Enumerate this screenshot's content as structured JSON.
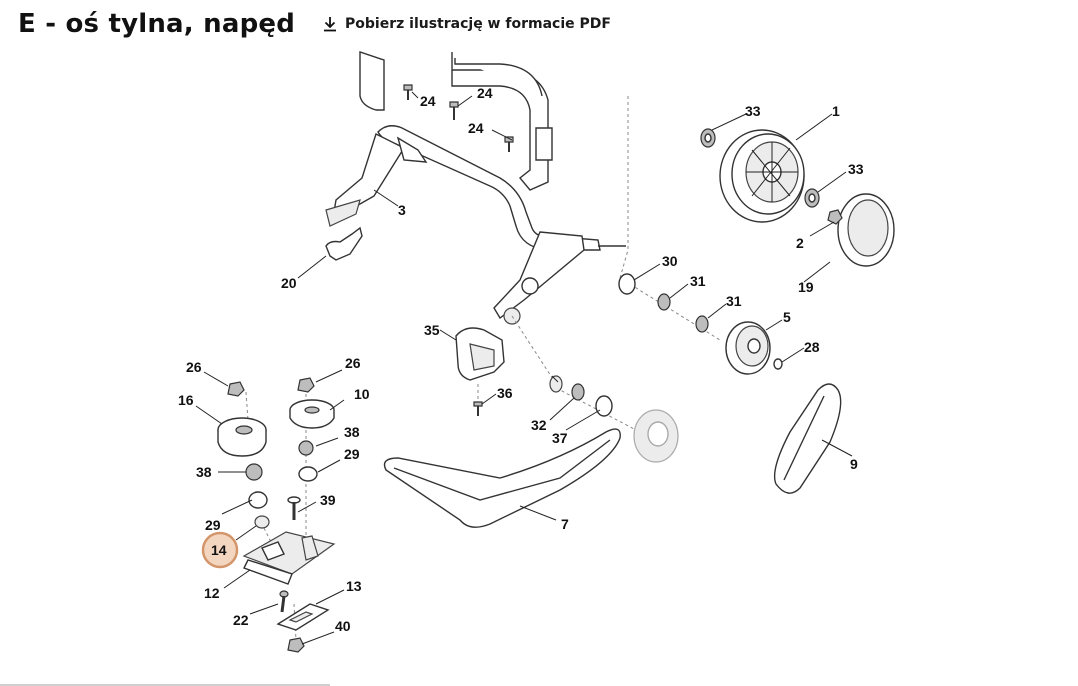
{
  "header": {
    "title": "E - oś tylna, napęd",
    "download_label": "Pobierz ilustrację w formacie PDF"
  },
  "colors": {
    "highlight_ring": "#d4956b",
    "highlight_fill": "#f3d6c0",
    "line": "#333333"
  },
  "icons": {
    "download": "download-icon"
  },
  "callouts": {
    "p1": "1",
    "p2": "2",
    "p3": "3",
    "p5": "5",
    "p7": "7",
    "p9": "9",
    "p10": "10",
    "p12": "12",
    "p13": "13",
    "p14": "14",
    "p16": "16",
    "p19": "19",
    "p20": "20",
    "p22": "22",
    "p24a": "24",
    "p24b": "24",
    "p24c": "24",
    "p26a": "26",
    "p26b": "26",
    "p28": "28",
    "p29a": "29",
    "p29b": "29",
    "p30": "30",
    "p31a": "31",
    "p31b": "31",
    "p32": "32",
    "p33a": "33",
    "p33b": "33",
    "p35": "35",
    "p36": "36",
    "p37": "37",
    "p38a": "38",
    "p38b": "38",
    "p39": "39",
    "p40": "40"
  },
  "selected_part": "14"
}
